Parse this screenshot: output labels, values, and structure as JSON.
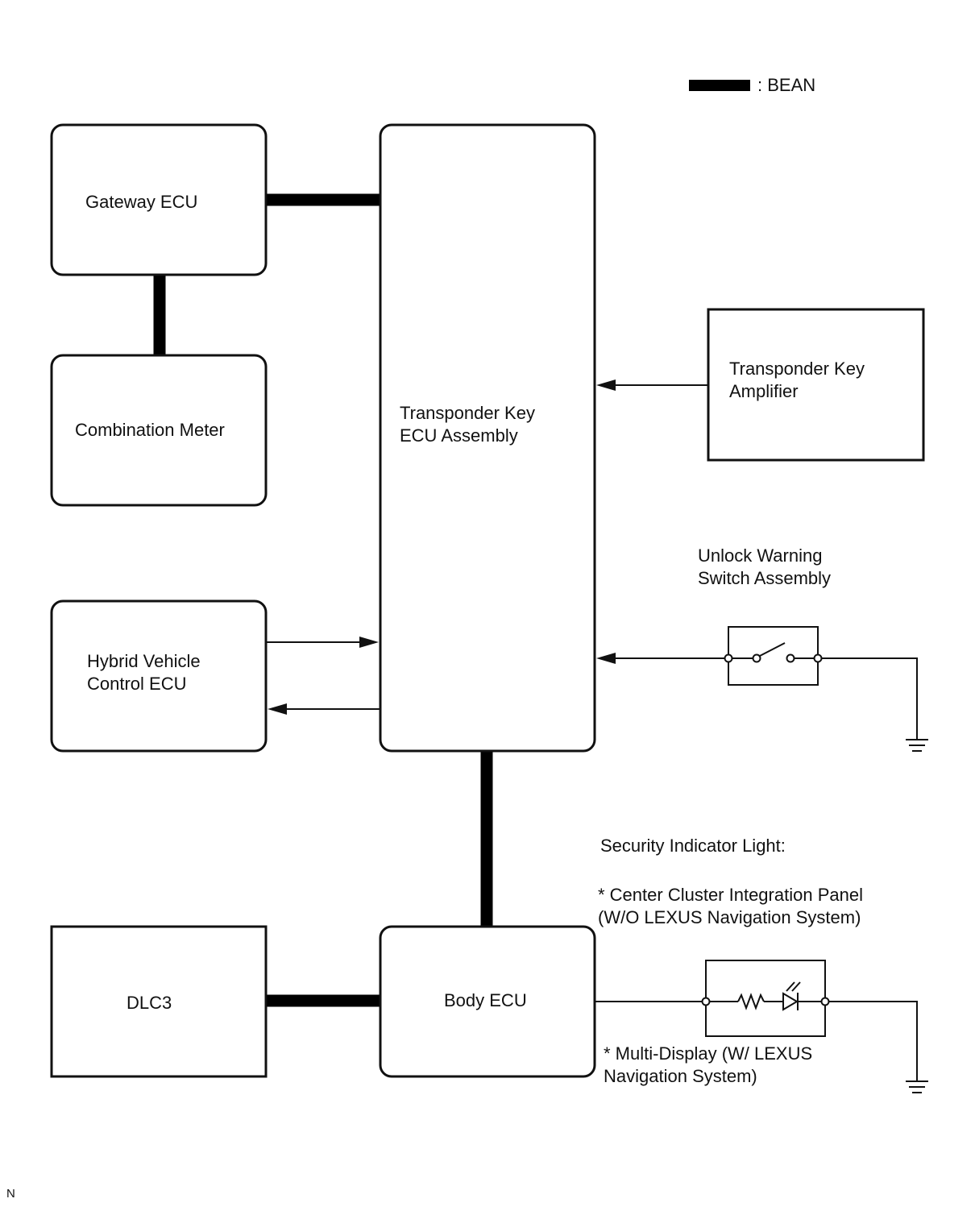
{
  "legend": {
    "bean_label": ": BEAN"
  },
  "components": {
    "gateway_ecu": "Gateway ECU",
    "combination_meter": "Combination Meter",
    "hybrid_vehicle_control_ecu": "Hybrid Vehicle\nControl ECU",
    "transponder_key_ecu_assembly": "Transponder Key\nECU Assembly",
    "transponder_key_amplifier": "Transponder Key\nAmplifier",
    "unlock_warning_switch_assembly": "Unlock Warning\nSwitch Assembly",
    "dlc3": "DLC3",
    "body_ecu": "Body ECU"
  },
  "security_indicator": {
    "title": "Security Indicator Light:",
    "option_1": "* Center Cluster Integration Panel\n(W/O LEXUS Navigation System)",
    "option_2": "* Multi-Display (W/ LEXUS\nNavigation System)"
  },
  "footer_code": "N"
}
